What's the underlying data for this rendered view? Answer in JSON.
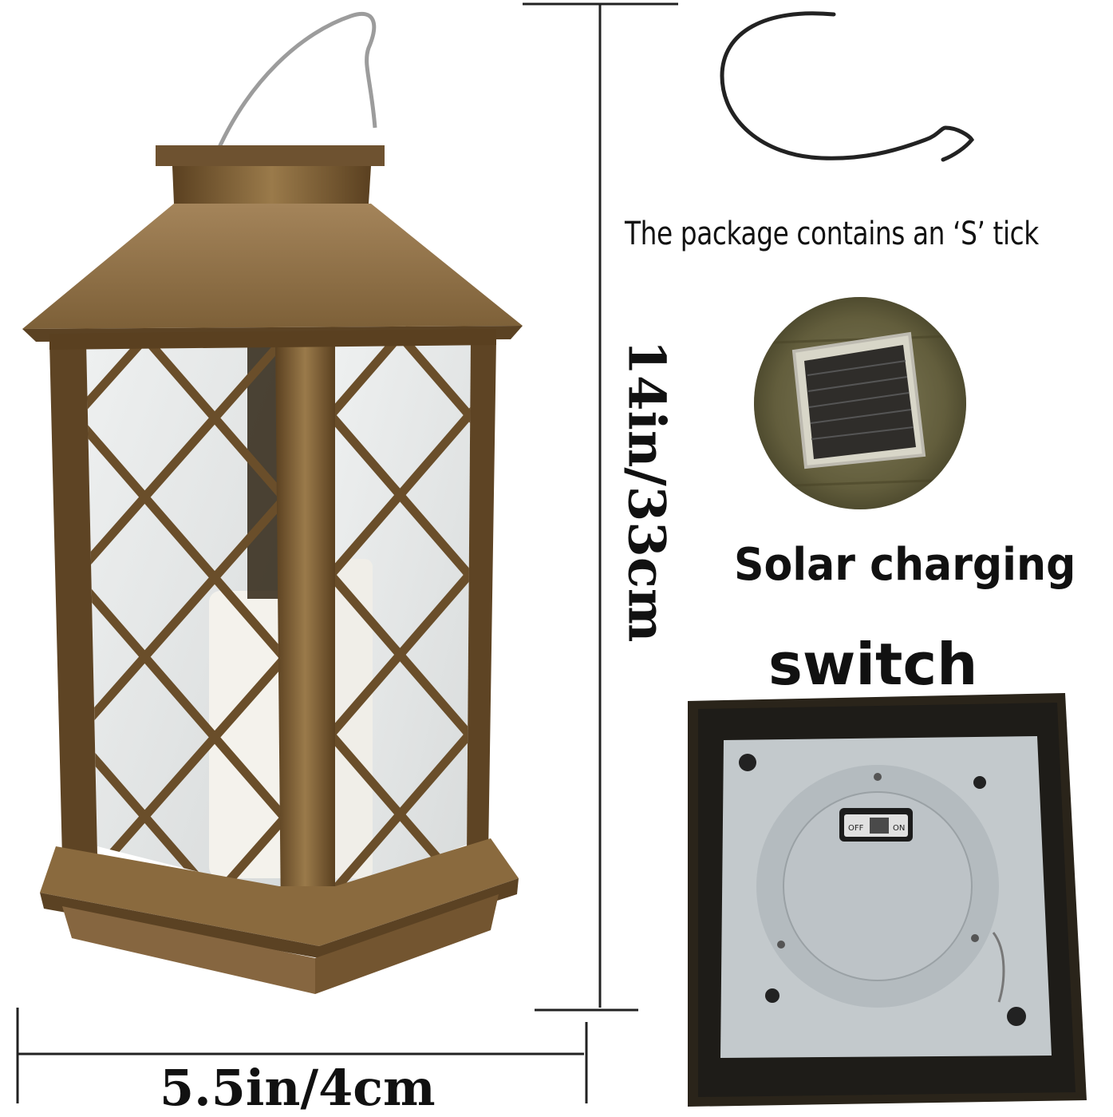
{
  "captions": {
    "hook": "The package contains an ‘S’ tick",
    "solar": "Solar charging",
    "switch": "switch",
    "height": "14in/33cm",
    "width": "5.5in/4cm"
  },
  "switch_labels": {
    "off": "OFF",
    "on": "ON"
  },
  "icons": {
    "lantern": "lantern-illustration",
    "hook": "s-hook-icon",
    "solar_panel": "solar-panel-icon",
    "base": "lantern-base-switch-icon"
  },
  "colors": {
    "bronze": "#8a6a3e",
    "bronze_dark": "#4a3418",
    "text": "#111111"
  }
}
